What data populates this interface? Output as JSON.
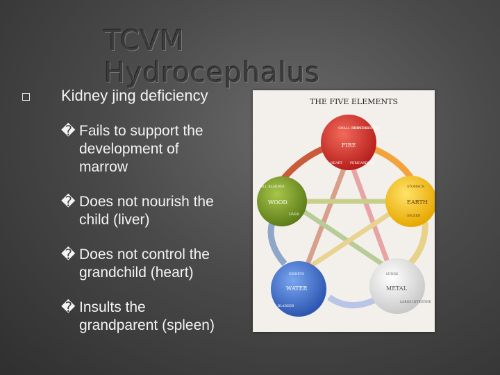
{
  "slide": {
    "title": "TCVM Hydrocephalus",
    "main_bullet": "Kidney jing deficiency",
    "sub_bullets": [
      {
        "marker": "�",
        "line1": "Fails to support the",
        "line2": "development of",
        "line3": "marrow"
      },
      {
        "marker": "�",
        "line1": "Does not nourish the",
        "line2": "child (liver)"
      },
      {
        "marker": "�",
        "line1": "Does not control the",
        "line2": "grandchild (heart)"
      },
      {
        "marker": "�",
        "line1": "Insults the",
        "line2": "grandparent (spleen)"
      }
    ]
  },
  "figure": {
    "heading": "THE FIVE ELEMENTS",
    "elements": {
      "fire": {
        "name": "FIRE",
        "organs": [
          "SMALL INTESTINE",
          "TRIPLE BURNER",
          "HEART",
          "PERICARDIUM"
        ]
      },
      "earth": {
        "name": "EARTH",
        "organs": [
          "STOMACH",
          "SPLEEN"
        ]
      },
      "metal": {
        "name": "METAL",
        "organs": [
          "LUNGS",
          "LARGE INTESTINE"
        ]
      },
      "water": {
        "name": "WATER",
        "organs": [
          "KIDNEYS",
          "BLADDER"
        ]
      },
      "wood": {
        "name": "WOOD",
        "organs": [
          "GALL BLADDER",
          "LIVER"
        ]
      }
    }
  }
}
